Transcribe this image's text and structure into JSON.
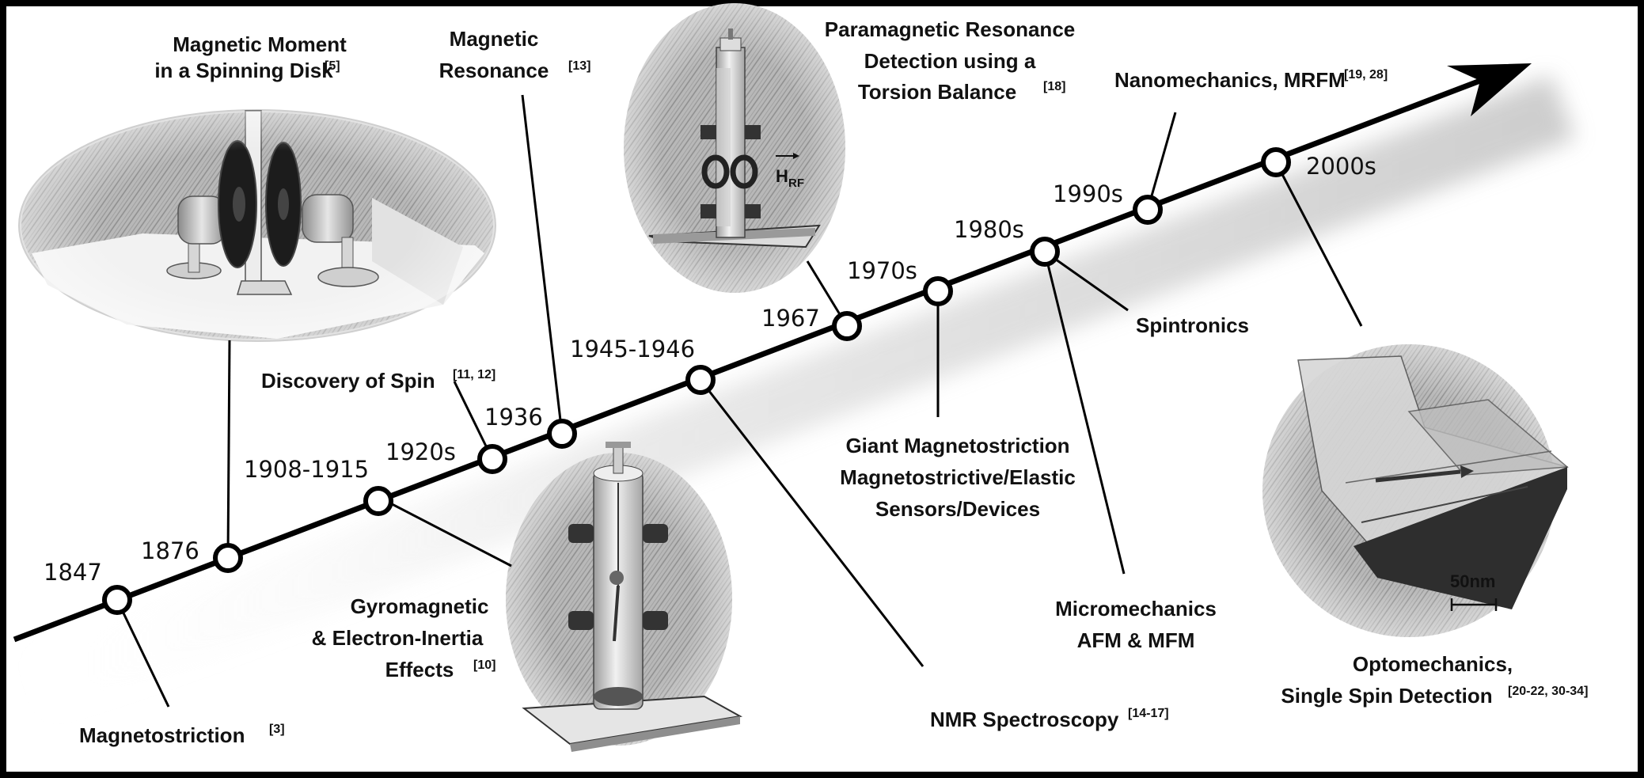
{
  "years": {
    "y1847": "1847",
    "y1876": "1876",
    "y1908": "1908-1915",
    "y1920": "1920s",
    "y1936": "1936",
    "y1945": "1945-1946",
    "y1967": "1967",
    "y1970": "1970s",
    "y1980": "1980s",
    "y1990": "1990s",
    "y2000": "2000s"
  },
  "events": {
    "spinning_disk": {
      "line1": "Magnetic Moment",
      "line2": "in a Spinning Disk",
      "ref": "[5]"
    },
    "magnetic_resonance": {
      "line1": "Magnetic",
      "line2": "Resonance",
      "ref": "[13]"
    },
    "paramagnetic": {
      "line1": "Paramagnetic Resonance",
      "line2": "Detection using a",
      "line3": "Torsion Balance",
      "ref": "[18]"
    },
    "nanomechanics": {
      "line1": "Nanomechanics, MRFM",
      "ref": "[19, 28]"
    },
    "spin_discovery": {
      "line1": "Discovery of Spin",
      "ref": "[11, 12]"
    },
    "spintronics": {
      "line1": "Spintronics"
    },
    "giant_magnetostriction": {
      "line1": "Giant Magnetostriction",
      "line2": "Magnetostrictive/Elastic",
      "line3": "Sensors/Devices"
    },
    "gyromagnetic": {
      "line1": "Gyromagnetic",
      "line2": "& Electron-Inertia",
      "line3": "Effects",
      "ref": "[10]"
    },
    "micromechanics": {
      "line1": "Micromechanics",
      "line2": "AFM & MFM"
    },
    "optomechanics": {
      "line1": "Optomechanics,",
      "line2": "Single Spin Detection",
      "ref": "[20-22, 30-34]"
    },
    "nmr": {
      "line1": "NMR Spectroscopy",
      "ref": "[14-17]"
    },
    "magnetostriction": {
      "line1": "Magnetostriction",
      "ref": "[3]"
    }
  },
  "illustrations": {
    "hrf_label": "H",
    "hrf_sub": "RF",
    "scale_label": "50nm"
  }
}
